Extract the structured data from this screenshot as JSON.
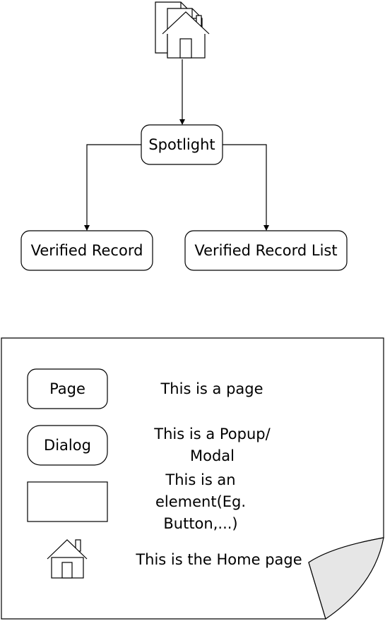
{
  "flow": {
    "root": {
      "icon": "home-page-icon"
    },
    "spotlight": "Spotlight",
    "verified_record": "Verified Record",
    "verified_record_list": "Verified Record List"
  },
  "legend": {
    "page": {
      "shape_label": "Page",
      "description": "This is a page"
    },
    "dialog": {
      "shape_label": "Dialog",
      "description": "This is a Popup/ Modal"
    },
    "element": {
      "description": "This is an element(Eg. Button,...)"
    },
    "home": {
      "icon": "home-icon",
      "description": "This is the Home page"
    }
  },
  "colors": {
    "stroke": "#000000",
    "fill": "#ffffff",
    "page_curl": "#e6e6e6"
  }
}
